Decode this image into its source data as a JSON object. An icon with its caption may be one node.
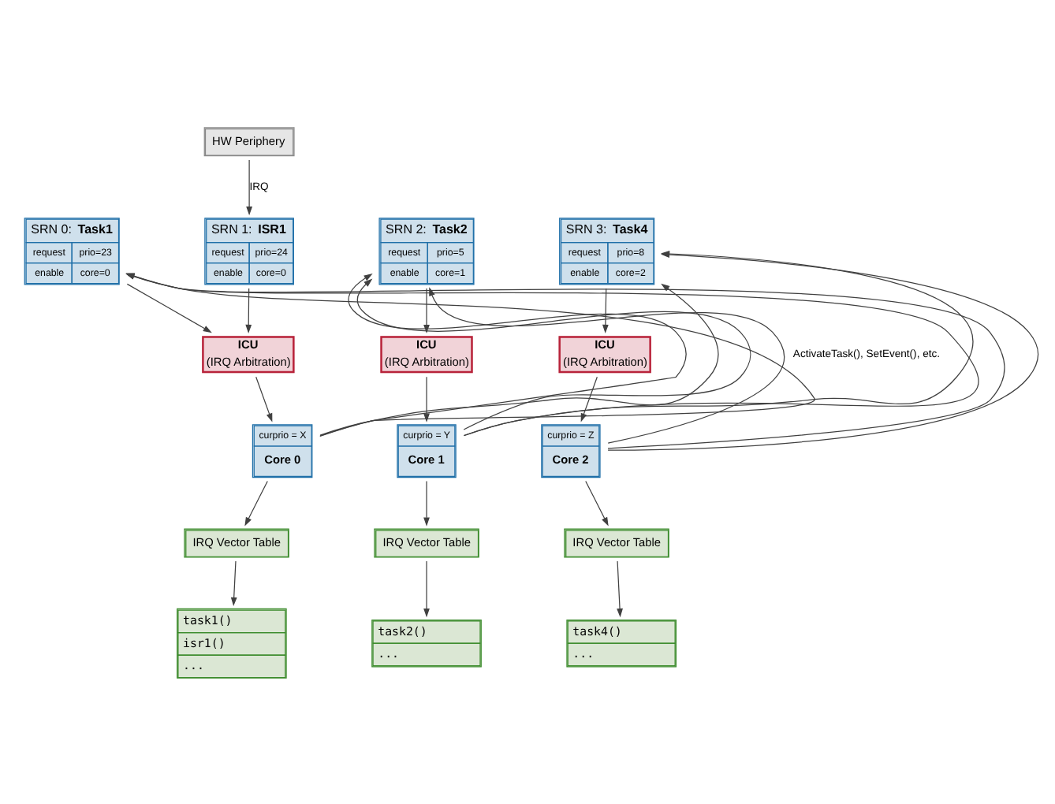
{
  "diagram": {
    "nodes": [
      {
        "text": [
          "HW Periphery"
        ]
      },
      {
        "text": [
          "SRN 0: **Task1**",
          "request",
          "prio=23",
          "enable",
          "core=0"
        ]
      },
      {
        "text": [
          "SRN 1: **ISR1**",
          "request",
          "prio=24",
          "enable",
          "core=0"
        ]
      },
      {
        "text": [
          "SRN 2: **Task2**",
          "request",
          "prio=5",
          "enable",
          "core=1"
        ]
      },
      {
        "text": [
          "SRN 3: **Task4**",
          "request",
          "prio=8",
          "enable",
          "core=2"
        ]
      },
      {
        "text": [
          "ICU",
          "(IRQ Arbitration)"
        ]
      },
      {
        "text": [
          "ICU",
          "(IRQ Arbitration)"
        ]
      },
      {
        "text": [
          "ICU",
          "(IRQ Arbitration)"
        ]
      },
      {
        "text": [
          "curprio = X",
          "Core 0"
        ]
      },
      {
        "text": [
          "curprio = Y",
          "Core 1"
        ]
      },
      {
        "text": [
          "curprio = Z",
          "Core 2"
        ]
      },
      {
        "text": [
          "IRQ Vector Table"
        ]
      },
      {
        "text": [
          "IRQ Vector Table"
        ]
      },
      {
        "text": [
          "IRQ Vector Table"
        ]
      },
      {
        "text": [
          "task1()",
          "isr1()",
          "..."
        ]
      },
      {
        "text": [
          "task2()",
          "..."
        ]
      },
      {
        "text": [
          "task4()",
          "..."
        ]
      }
    ],
    "edges": [
      {
        "from": 0,
        "to": 2,
        "arrow": "to",
        "label": "IRQ"
      },
      {
        "from": 8,
        "to": 1,
        "arrow": "to",
        "label": "ActivateTask(), SetEvent(), etc."
      },
      {
        "from": 8,
        "to": 3,
        "arrow": "to"
      },
      {
        "from": 8,
        "to": 4,
        "arrow": "to"
      },
      {
        "from": 9,
        "to": 1,
        "arrow": "to"
      },
      {
        "from": 9,
        "to": 3,
        "arrow": "to"
      },
      {
        "from": 9,
        "to": 4,
        "arrow": "to"
      },
      {
        "from": 10,
        "to": 1,
        "arrow": "to"
      },
      {
        "from": 10,
        "to": 3,
        "arrow": "to"
      },
      {
        "from": 10,
        "to": 4,
        "arrow": "to"
      },
      {
        "from": 1,
        "to": 5,
        "arrow": "to"
      },
      {
        "from": 2,
        "to": 5,
        "arrow": "to"
      },
      {
        "from": 3,
        "to": 6,
        "arrow": "to"
      },
      {
        "from": 4,
        "to": 7,
        "arrow": "to"
      },
      {
        "from": 5,
        "to": 8,
        "arrow": "to"
      },
      {
        "from": 6,
        "to": 9,
        "arrow": "to"
      },
      {
        "from": 7,
        "to": 10,
        "arrow": "to"
      },
      {
        "from": 8,
        "to": 11,
        "arrow": "to"
      },
      {
        "from": 9,
        "to": 12,
        "arrow": "to"
      },
      {
        "from": 10,
        "to": 13,
        "arrow": "to"
      },
      {
        "from": 11,
        "to": 14,
        "arrow": "to"
      },
      {
        "from": 12,
        "to": 15,
        "arrow": "to"
      },
      {
        "from": 13,
        "to": 16,
        "arrow": "to"
      }
    ]
  }
}
